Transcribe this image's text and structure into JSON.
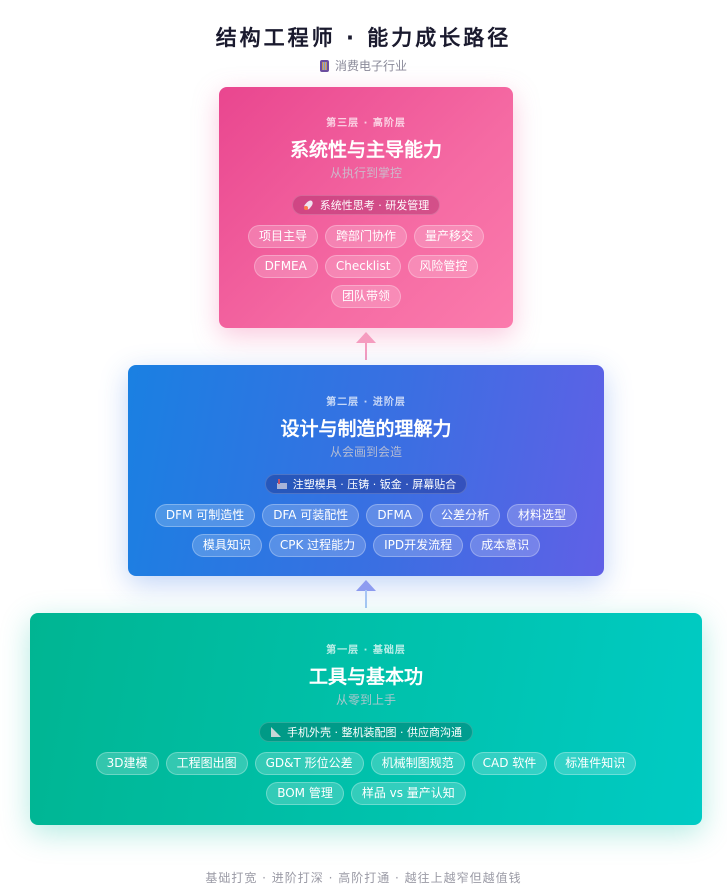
{
  "header": {
    "title": "结构工程师 · 能力成长路径",
    "subtitle_icon": "phone-icon",
    "subtitle": "消费电子行业"
  },
  "layers": [
    {
      "id": "top",
      "tier_label": "第三层 · 高阶层",
      "title": "系统性与主导能力",
      "subtitle": "从执行到掌控",
      "scope_icon": "rocket-icon",
      "scope": "系统性思考 · 研发管理",
      "color_from": "#e9468f",
      "color_to": "#fb7bac",
      "tags": [
        "项目主导",
        "跨部门协作",
        "量产移交",
        "DFMEA",
        "Checklist",
        "风险管控",
        "团队带领"
      ]
    },
    {
      "id": "mid",
      "tier_label": "第二层 · 进阶层",
      "title": "设计与制造的理解力",
      "subtitle": "从会画到会造",
      "scope_icon": "factory-icon",
      "scope": "注塑模具 · 压铸 · 钣金 · 屏幕贴合",
      "color_from": "#1a80e2",
      "color_to": "#6060e6",
      "tags": [
        "DFM 可制造性",
        "DFA 可装配性",
        "DFMA",
        "公差分析",
        "材料选型",
        "模具知识",
        "CPK 过程能力",
        "IPD开发流程",
        "成本意识"
      ]
    },
    {
      "id": "bot",
      "tier_label": "第一层 · 基础层",
      "title": "工具与基本功",
      "subtitle": "从零到上手",
      "scope_icon": "triangle-ruler-icon",
      "scope": "手机外壳 · 整机装配图 · 供应商沟通",
      "color_from": "#00b592",
      "color_to": "#00cbc4",
      "tags": [
        "3D建模",
        "工程图出图",
        "GD&T 形位公差",
        "机械制图规范",
        "CAD 软件",
        "标准件知识",
        "BOM 管理",
        "样品 vs 量产认知"
      ]
    }
  ],
  "arrows": [
    {
      "from": "mid",
      "to": "top",
      "color": "#f59cbf"
    },
    {
      "from": "bot",
      "to": "mid",
      "color": "#8e9cf0"
    }
  ],
  "footer": {
    "text": "基础打宽 · 进阶打深 · 高阶打通 · 越往上越窄但越值钱"
  }
}
